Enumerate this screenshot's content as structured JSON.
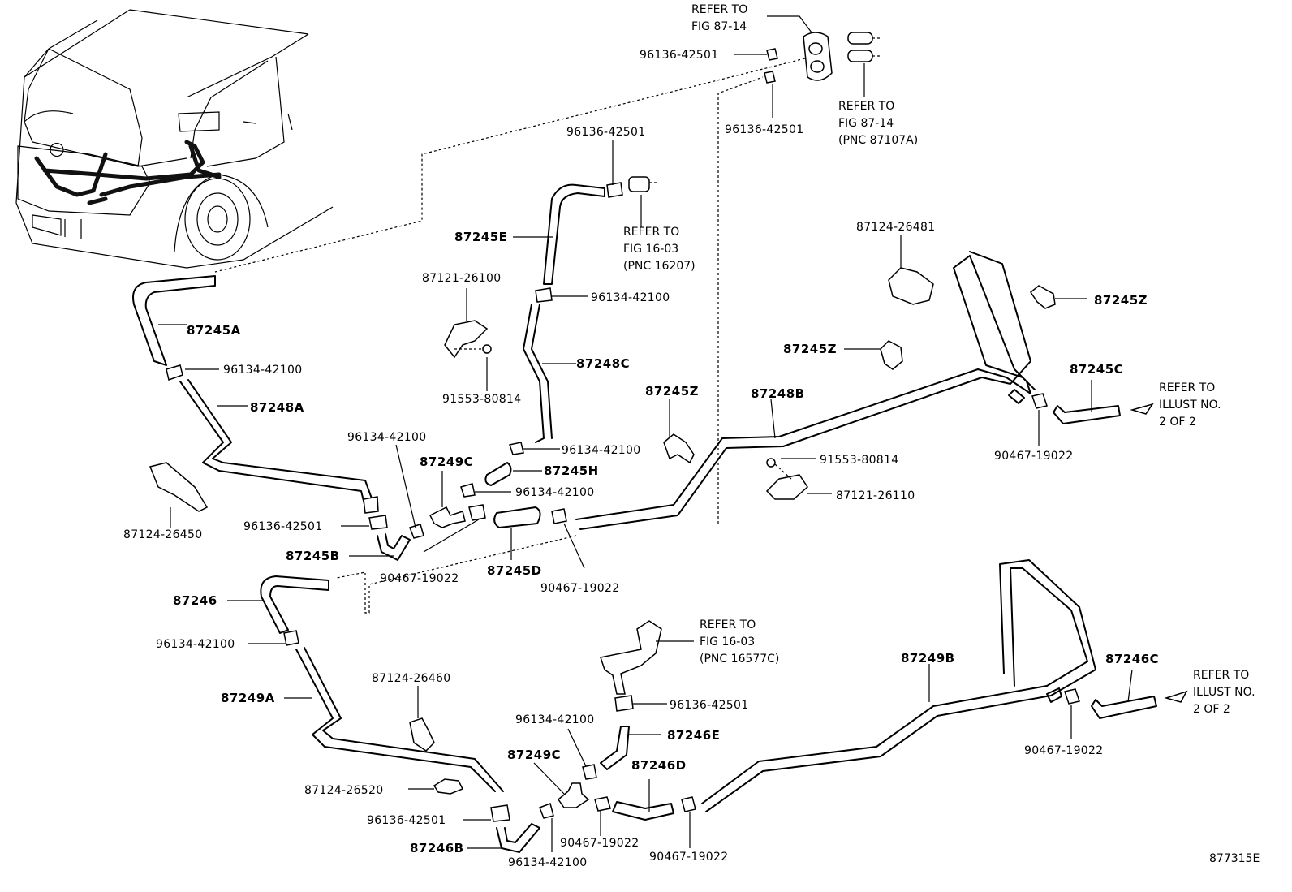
{
  "labels": {
    "l87245A": "87245A",
    "l96134_a": "96134-42100",
    "l87248A": "87248A",
    "l87124_26450": "87124-26450",
    "l96136_a": "96136-42501",
    "l87245B": "87245B",
    "l96134_b": "96134-42100",
    "l87249C_top": "87249C",
    "l90467_a": "90467-19022",
    "l87245D": "87245D",
    "l90467_b": "90467-19022",
    "l87245H": "87245H",
    "l96134_c": "96134-42100",
    "l96134_d": "96134-42100",
    "l87248C": "87248C",
    "l96134_e": "96134-42100",
    "l87245E": "87245E",
    "l96136_b": "96136-42501",
    "l87121_26100": "87121-26100",
    "l91553_a": "91553-80814",
    "l96136_c": "96136-42501",
    "l96136_d": "96136-42501",
    "l87245Z_a": "87245Z",
    "l87245Z_b": "87245Z",
    "l87245Z_c": "87245Z",
    "l87124_26481": "87124-26481",
    "l87248B": "87248B",
    "l91553_b": "91553-80814",
    "l87121_26110": "87121-26110",
    "l87245C": "87245C",
    "l90467_c": "90467-19022",
    "l87246": "87246",
    "l96134_f": "96134-42100",
    "l87249A": "87249A",
    "l87124_26460": "87124-26460",
    "l87124_26520": "87124-26520",
    "l96136_e": "96136-42501",
    "l87246B": "87246B",
    "l96134_g": "96134-42100",
    "l87249C_bot": "87249C",
    "l90467_d": "90467-19022",
    "l90467_e": "90467-19022",
    "l87246D": "87246D",
    "l96134_h": "96134-42100",
    "l87246E": "87246E",
    "l96136_f": "96136-42501",
    "l87249B": "87249B",
    "l87246C": "87246C",
    "l90467_f": "90467-19022",
    "figure_code": "877315E"
  },
  "references": {
    "r1": [
      "REFER TO",
      "FIG 87-14"
    ],
    "r2": [
      "REFER TO",
      "FIG 87-14",
      "(PNC 87107A)"
    ],
    "r3": [
      "REFER TO",
      "FIG 16-03",
      "(PNC 16207)"
    ],
    "r4": [
      "REFER TO",
      "ILLUST NO.",
      "2 OF 2"
    ],
    "r5": [
      "REFER TO",
      "FIG 16-03",
      "(PNC 16577C)"
    ],
    "r6": [
      "REFER TO",
      "ILLUST NO.",
      "2 OF 2"
    ]
  }
}
